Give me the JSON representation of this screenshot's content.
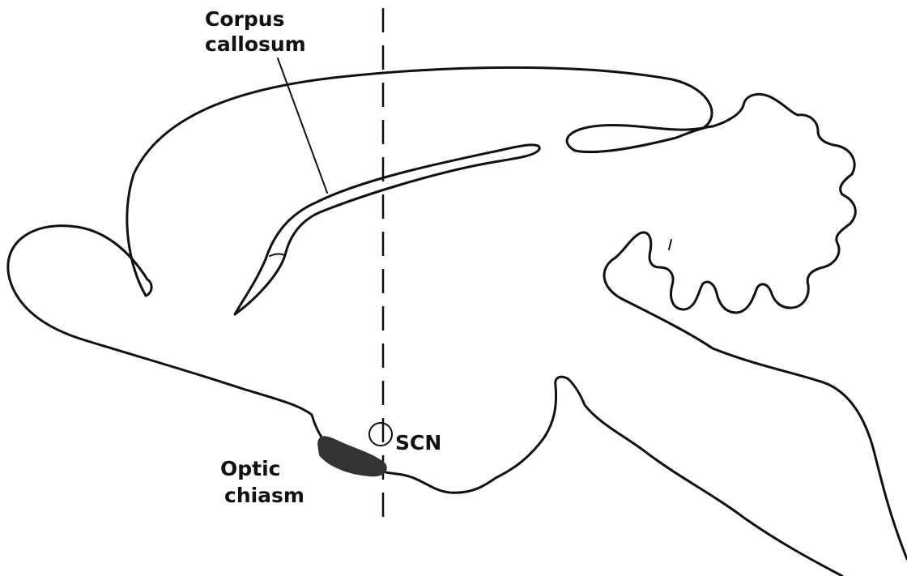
{
  "labels": {
    "corpus_callosum": [
      "Corpus",
      "callosum"
    ],
    "scn": "SCN",
    "optic_chiasm": [
      "Optic",
      "chiasm"
    ]
  },
  "colors": {
    "ink": "#111111",
    "background": "#ffffff",
    "chiasm_fill": "#333333"
  }
}
